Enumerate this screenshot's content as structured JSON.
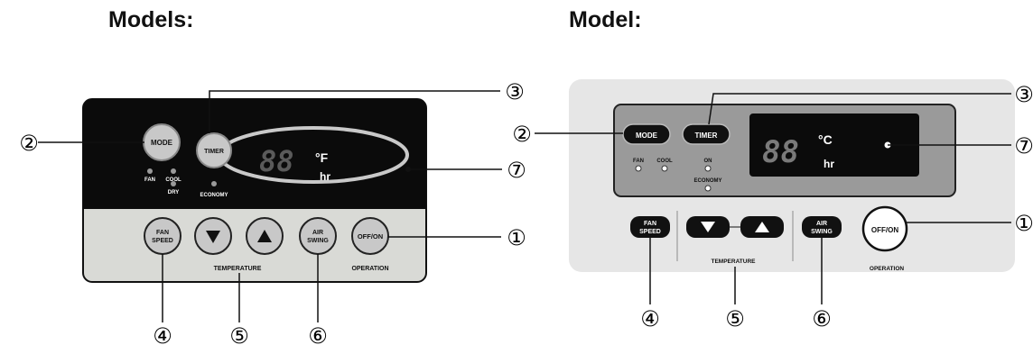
{
  "headings": {
    "left": "Models:",
    "right": "Model:"
  },
  "left_panel": {
    "mode": "MODE",
    "timer": "TIMER",
    "fan_led": "FAN",
    "cool_led": "COOL",
    "dry_led": "DRY",
    "economy_led": "ECONOMY",
    "display_digits": "88",
    "unit_temp": "°F",
    "unit_time": "hr",
    "fan_speed_1": "FAN",
    "fan_speed_2": "SPEED",
    "temp_down_icon": "triangle-down",
    "temp_up_icon": "triangle-up",
    "air_swing_1": "AIR",
    "air_swing_2": "SWING",
    "off_on": "OFF/ON",
    "temperature_label": "TEMPERATURE",
    "operation_label": "OPERATION"
  },
  "right_panel": {
    "mode": "MODE",
    "timer": "TIMER",
    "fan_led": "FAN",
    "cool_led": "COOL",
    "on_led": "ON",
    "economy_led": "ECONOMY",
    "display_digits": "88",
    "unit_temp": "°C",
    "unit_time": "hr",
    "fan_speed_1": "FAN",
    "fan_speed_2": "SPEED",
    "temp_down_icon": "triangle-down",
    "temp_up_icon": "triangle-up",
    "air_swing_1": "AIR",
    "air_swing_2": "SWING",
    "off_on": "OFF/ON",
    "temperature_label": "TEMPERATURE",
    "operation_label": "OPERATION"
  },
  "callouts": {
    "c1": "①",
    "c2": "②",
    "c3": "③",
    "c4": "④",
    "c5": "⑤",
    "c6": "⑥",
    "c7": "⑦"
  }
}
